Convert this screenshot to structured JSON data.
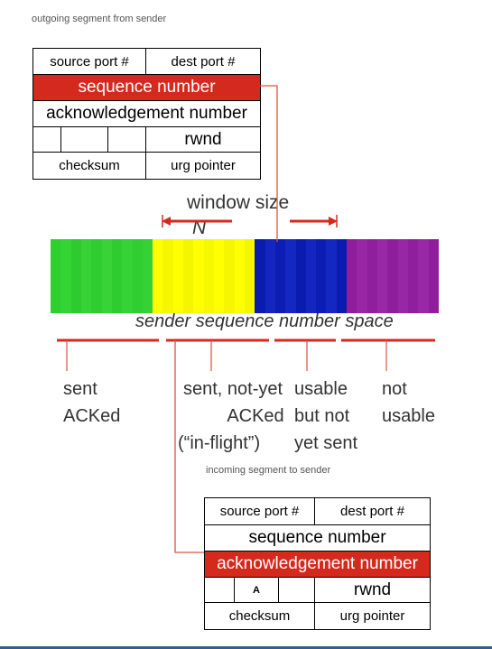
{
  "outgoing": {
    "caption": "outgoing segment from sender",
    "source_port": "source port #",
    "dest_port": "dest port #",
    "sequence": "sequence number",
    "ack": "acknowledgement number",
    "rwnd": "rwnd",
    "checksum": "checksum",
    "urg": "urg pointer"
  },
  "window": {
    "label": "window size",
    "n": "N"
  },
  "space": {
    "label": "sender sequence number space",
    "cells": [
      "#2fcf2f",
      "#35d435",
      "#2ecb2e",
      "#36d236",
      "#30cd30",
      "#37d337",
      "#2fcc2f",
      "#36d336",
      "#30ce30",
      "#35d135",
      "#ffff00",
      "#f6f600",
      "#ffff00",
      "#f5f500",
      "#ffff00",
      "#f7f700",
      "#ffff00",
      "#f6f600",
      "#ffff00",
      "#f5f500",
      "#0a1cb0",
      "#1426bf",
      "#0b1db2",
      "#1527c1",
      "#0a1cb0",
      "#1426bf",
      "#0b1db2",
      "#1527c1",
      "#0a1cb0",
      "#8e1e9c",
      "#9827a6",
      "#8f1f9d",
      "#9928a7",
      "#8e1e9c",
      "#9827a6",
      "#8f1f9d",
      "#9928a7",
      "#8e1e9c"
    ]
  },
  "categories": {
    "sent_acked": [
      "sent",
      "ACKed"
    ],
    "in_flight": [
      "sent, not-yet",
      "ACKed",
      "(“in-flight”)"
    ],
    "usable": [
      "usable",
      "but not",
      "yet sent"
    ],
    "not_usable": [
      "not",
      "usable"
    ]
  },
  "incoming": {
    "caption": "incoming segment to sender",
    "source_port": "source port #",
    "dest_port": "dest port #",
    "sequence": "sequence number",
    "ack": "acknowledgement number",
    "flag": "A",
    "rwnd": "rwnd",
    "checksum": "checksum",
    "urg": "urg pointer"
  },
  "colors": {
    "highlight": "#d42a1d",
    "line": "#d9543f",
    "arrow": "#d42a1d"
  }
}
